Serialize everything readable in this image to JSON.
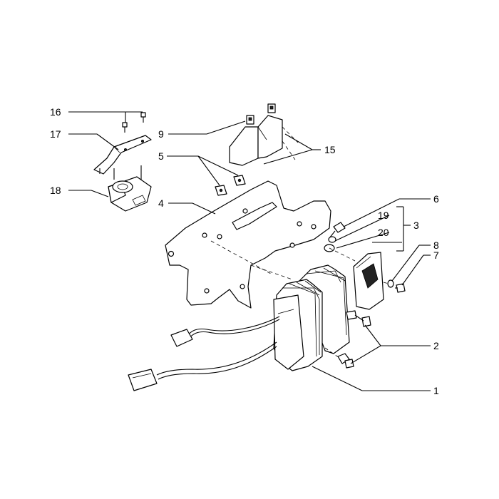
{
  "callouts": [
    {
      "id": "c16",
      "label": "16"
    },
    {
      "id": "c17",
      "label": "17"
    },
    {
      "id": "c18",
      "label": "18"
    },
    {
      "id": "c9",
      "label": "9"
    },
    {
      "id": "c15",
      "label": "15"
    },
    {
      "id": "c5",
      "label": "5"
    },
    {
      "id": "c4",
      "label": "4"
    },
    {
      "id": "c6",
      "label": "6"
    },
    {
      "id": "c19",
      "label": "19"
    },
    {
      "id": "c3",
      "label": "3"
    },
    {
      "id": "c20",
      "label": "20"
    },
    {
      "id": "c8",
      "label": "8"
    },
    {
      "id": "c7",
      "label": "7"
    },
    {
      "id": "c2",
      "label": "2"
    },
    {
      "id": "c1",
      "label": "1"
    }
  ]
}
